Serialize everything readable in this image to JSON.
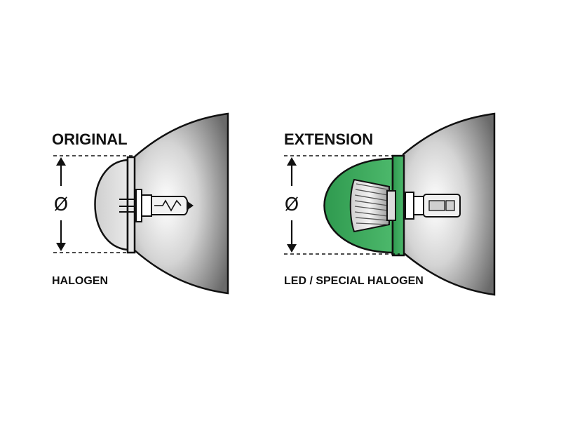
{
  "left_panel": {
    "title": "ORIGINAL",
    "diameter_symbol": "Ø",
    "caption": "HALOGEN"
  },
  "right_panel": {
    "title": "EXTENSION",
    "diameter_symbol": "Ø",
    "caption": "LED / SPECIAL HALOGEN"
  },
  "colors": {
    "extension_cap": "#3aa65a",
    "outline": "#111111",
    "glass": "#d9d9d9"
  }
}
